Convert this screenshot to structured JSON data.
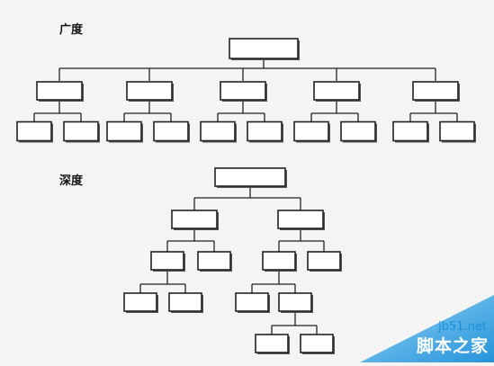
{
  "sections": {
    "breadth": {
      "label": "广度"
    },
    "depth": {
      "label": "深度"
    }
  },
  "watermark": {
    "site": "jb51.net",
    "brand": "脚本之家",
    "color": "#1a8fd8"
  },
  "colors": {
    "background": "#f4f4f4",
    "line": "#222222",
    "box_fill": "#ffffff",
    "box_shadow": "#555555"
  },
  "diagram": {
    "breadth_tree": {
      "root_children": 5,
      "grandchildren_per_child": 2
    },
    "depth_tree": {
      "levels": 5,
      "description_nodes": "unlabeled boxes"
    }
  }
}
